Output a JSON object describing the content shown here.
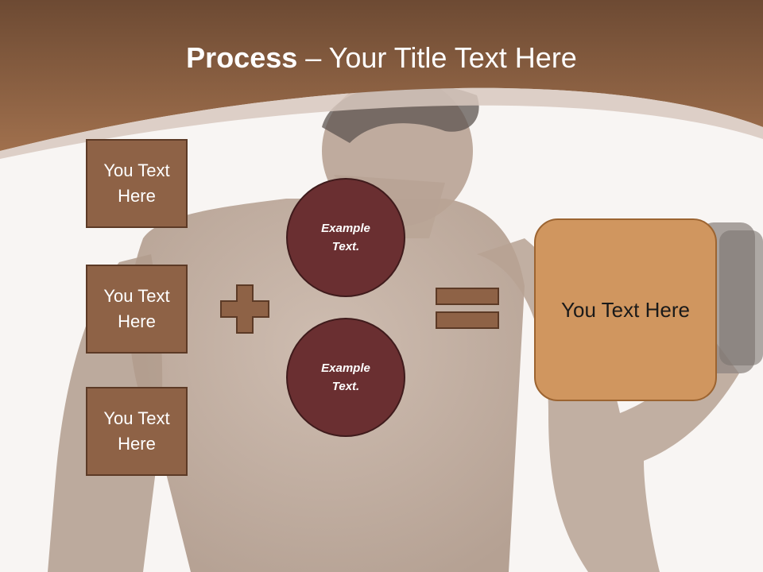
{
  "slide": {
    "title_bold": "Process",
    "title_rest": " – Your Title Text Here",
    "left_boxes": [
      {
        "line1": "You Text",
        "line2": "Here"
      },
      {
        "line1": "You Text",
        "line2": "Here"
      },
      {
        "line1": "You Text",
        "line2": "Here"
      }
    ],
    "circles": [
      {
        "line1": "Example",
        "line2": "Text."
      },
      {
        "line1": "Example",
        "line2": "Text."
      }
    ],
    "result_text": "You Text Here"
  },
  "colors": {
    "header_brown": "#8a5a3a",
    "box_fill": "#8e6246",
    "circle_fill": "#6a2f31",
    "result_fill": "#d0965f"
  }
}
